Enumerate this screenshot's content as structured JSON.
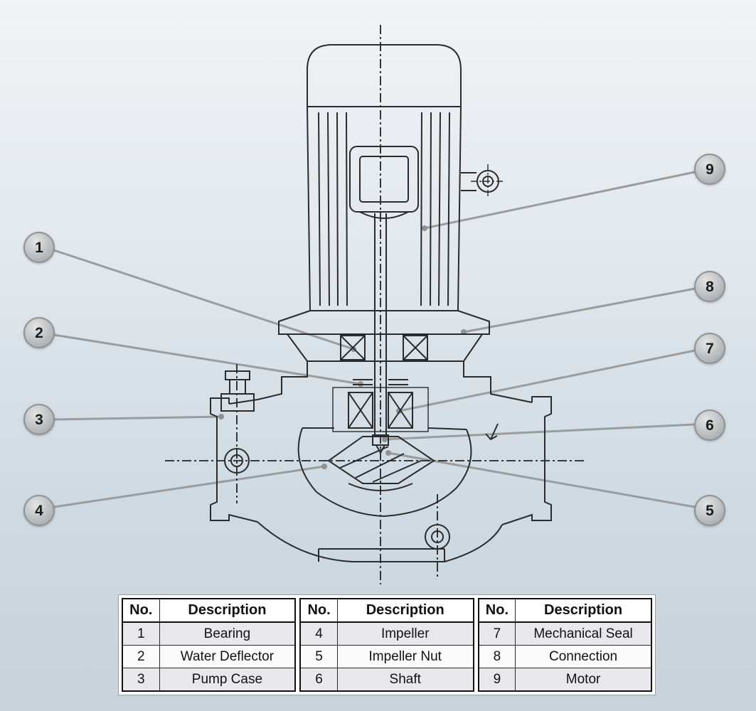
{
  "colors": {
    "background_top": "#f1f3f5",
    "background_bottom": "#c7d2db",
    "ink": "#2b2b2b",
    "leader_line": "#9a9c9e",
    "callout_fill": "#bcbfc1",
    "table_border": "#111111",
    "row_shade": "#e8e8ec"
  },
  "diagram": {
    "callouts": [
      {
        "no": "1"
      },
      {
        "no": "2"
      },
      {
        "no": "3"
      },
      {
        "no": "4"
      },
      {
        "no": "5"
      },
      {
        "no": "6"
      },
      {
        "no": "7"
      },
      {
        "no": "8"
      },
      {
        "no": "9"
      }
    ]
  },
  "tables": [
    {
      "headers": {
        "no": "No.",
        "description": "Description"
      },
      "rows": [
        {
          "no": "1",
          "description": "Bearing"
        },
        {
          "no": "2",
          "description": "Water Deflector"
        },
        {
          "no": "3",
          "description": "Pump Case"
        }
      ]
    },
    {
      "headers": {
        "no": "No.",
        "description": "Description"
      },
      "rows": [
        {
          "no": "4",
          "description": "Impeller"
        },
        {
          "no": "5",
          "description": "Impeller Nut"
        },
        {
          "no": "6",
          "description": "Shaft"
        }
      ]
    },
    {
      "headers": {
        "no": "No.",
        "description": "Description"
      },
      "rows": [
        {
          "no": "7",
          "description": "Mechanical Seal"
        },
        {
          "no": "8",
          "description": "Connection"
        },
        {
          "no": "9",
          "description": "Motor"
        }
      ]
    }
  ]
}
